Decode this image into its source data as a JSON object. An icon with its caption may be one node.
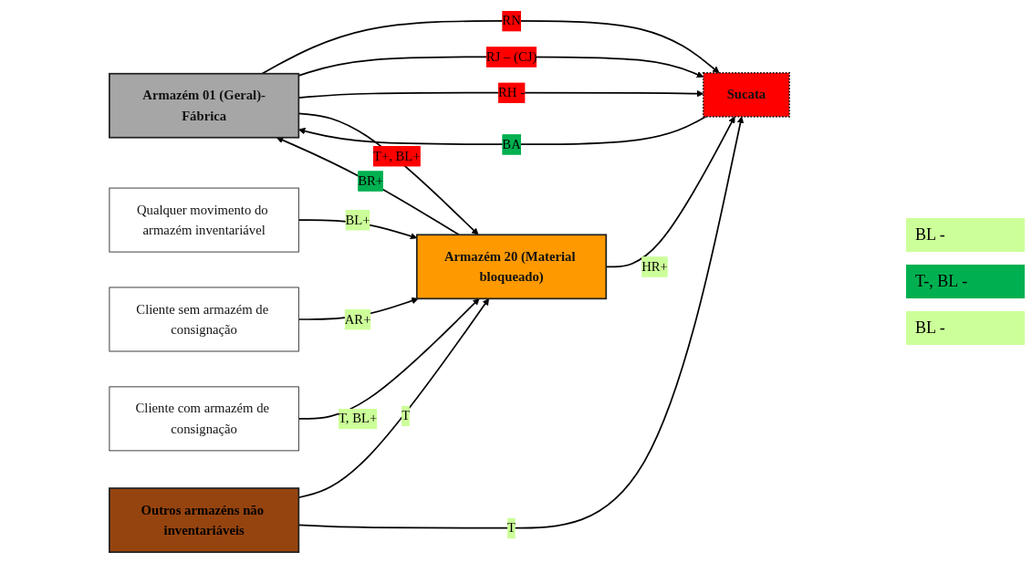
{
  "diagram": {
    "nodes": [
      {
        "text": [
          "Armazém 01 (Geral)-Fábrica"
        ]
      },
      {
        "text": [
          "Qualquer movimento do armazém inventariável"
        ]
      },
      {
        "text": [
          "Cliente sem armazém de consignação"
        ]
      },
      {
        "text": [
          "Cliente com armazém de consignação"
        ]
      },
      {
        "text": [
          "Armazém 20 (Material bloqueado)"
        ]
      },
      {
        "text": [
          "Sucata"
        ]
      },
      {
        "text": [
          "Outros armazéns não inventariáveis"
        ]
      }
    ],
    "edges": [
      {
        "from": 0,
        "to": 5,
        "arrow": "to",
        "label": "RN"
      },
      {
        "from": 5,
        "to": 0,
        "arrow": "to",
        "label": "BA"
      },
      {
        "from": 0,
        "to": 5,
        "arrow": "to",
        "label": "RJ – (CJ)"
      },
      {
        "from": 0,
        "to": 5,
        "arrow": "to",
        "label": "RH -"
      },
      {
        "from": 0,
        "to": 4,
        "arrow": "to",
        "label": "T+, BL+"
      },
      {
        "from": 4,
        "to": 0,
        "arrow": "to",
        "label": "BR+"
      },
      {
        "from": 1,
        "to": 4,
        "arrow": "to",
        "label": "BL+"
      },
      {
        "from": 2,
        "to": 4,
        "arrow": "to",
        "label": "AR+"
      },
      {
        "from": 3,
        "to": 4,
        "arrow": "to",
        "label": "T, BL+"
      },
      {
        "from": 4,
        "to": 5,
        "arrow": "to",
        "label": "HR+"
      },
      {
        "from": 6,
        "to": 4,
        "arrow": "to",
        "label": "T"
      },
      {
        "from": 6,
        "to": 5,
        "arrow": "to",
        "label": "T"
      }
    ],
    "labels": [
      "BL -",
      "T-, BL -",
      "BL -"
    ]
  }
}
